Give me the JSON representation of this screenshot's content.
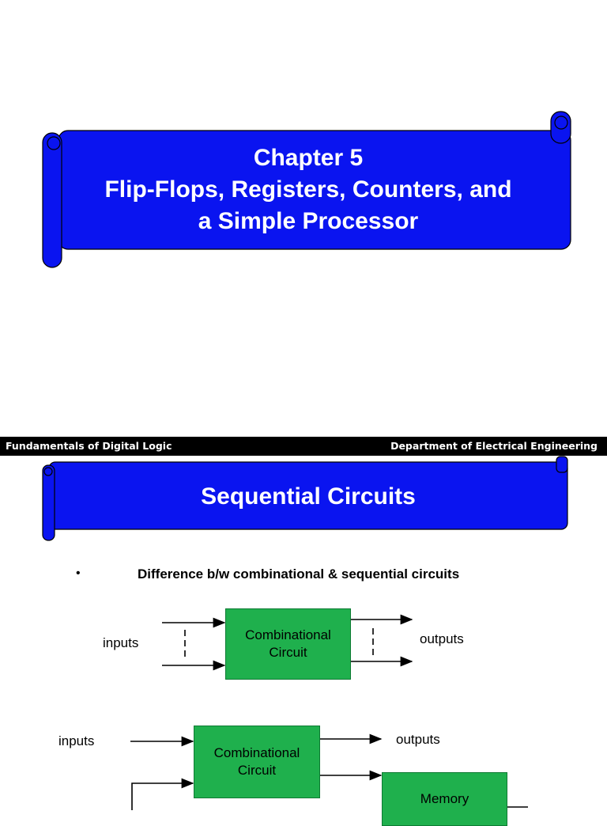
{
  "slide1": {
    "title_lines": [
      "Chapter 5",
      "Flip-Flops, Registers, Counters, and",
      "a Simple Processor"
    ]
  },
  "footer": {
    "left": "Fundamentals of Digital Logic",
    "right": "Department of Electrical Engineering"
  },
  "slide2": {
    "title": "Sequential Circuits",
    "bullet_marker": "•",
    "bullet_text": "Difference b/w combinational & sequential circuits",
    "diagram1": {
      "inputs_label": "inputs",
      "outputs_label": "outputs",
      "box_lines": [
        "Combinational",
        "Circuit"
      ]
    },
    "diagram2": {
      "inputs_label": "inputs",
      "outputs_label": "outputs",
      "box_lines": [
        "Combinational",
        "Circuit"
      ],
      "memory_label": "Memory"
    }
  },
  "colors": {
    "banner_blue": "#0a14f0",
    "box_green": "#1fb04d",
    "band_black": "#000000"
  }
}
